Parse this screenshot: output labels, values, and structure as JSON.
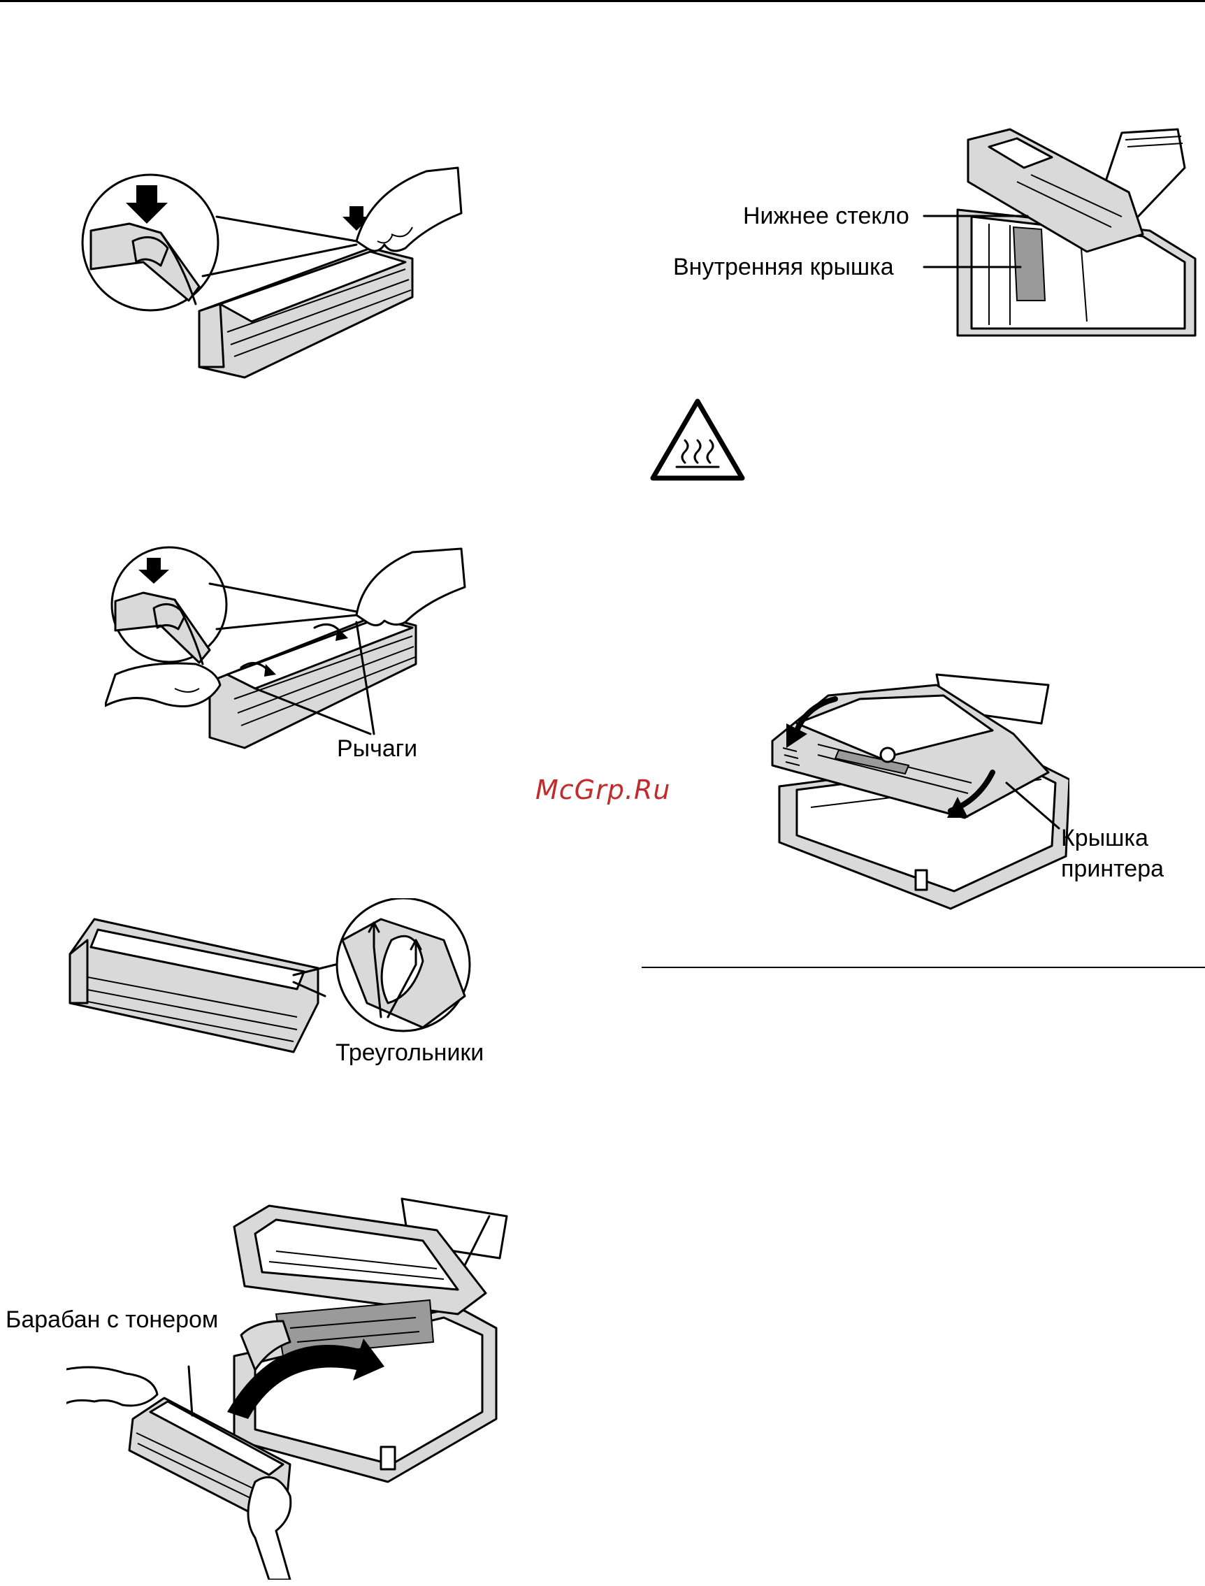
{
  "watermark": "McGrp.Ru",
  "figures": {
    "fax_open_right": {
      "labels": [
        "Нижнее стекло",
        "Внутренняя крышка"
      ]
    },
    "drum_levers": {
      "labels": [
        "Рычаги"
      ]
    },
    "drum_triangles": {
      "labels": [
        "Треугольники"
      ]
    },
    "drum_insert": {
      "labels": [
        "Барабан с тонером"
      ]
    },
    "printer_cover": {
      "labels": [
        "Крышка",
        "принтера"
      ]
    }
  }
}
